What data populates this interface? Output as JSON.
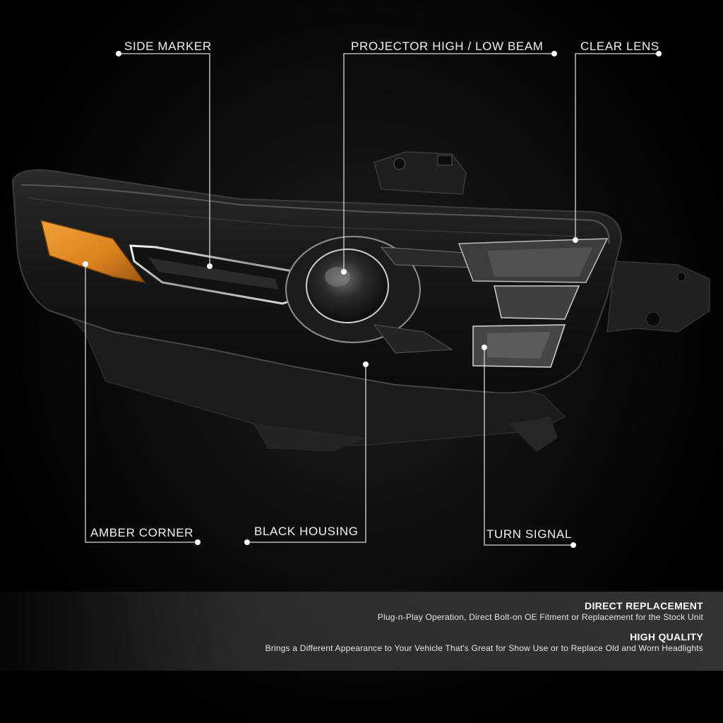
{
  "callouts": {
    "side_marker": "SIDE MARKER",
    "projector": "PROJECTOR HIGH / LOW BEAM",
    "clear_lens": "CLEAR LENS",
    "amber_corner": "AMBER CORNER",
    "black_housing": "BLACK HOUSING",
    "turn_signal": "TURN SIGNAL"
  },
  "features": [
    {
      "title": "DIRECT REPLACEMENT",
      "description": "Plug-n-Play Operation, Direct Bolt-on OE Fitment or Replacement for the Stock Unit"
    },
    {
      "title": "HIGH QUALITY",
      "description": "Brings a Different Appearance to Your Vehicle That's Great for Show Use or to Replace Old and Worn Headlights"
    }
  ],
  "colors": {
    "background": "#000000",
    "callout_line": "#d8d8d8",
    "amber": "#d9821f",
    "housing": "#141414",
    "chrome": "#bdbdbd"
  }
}
